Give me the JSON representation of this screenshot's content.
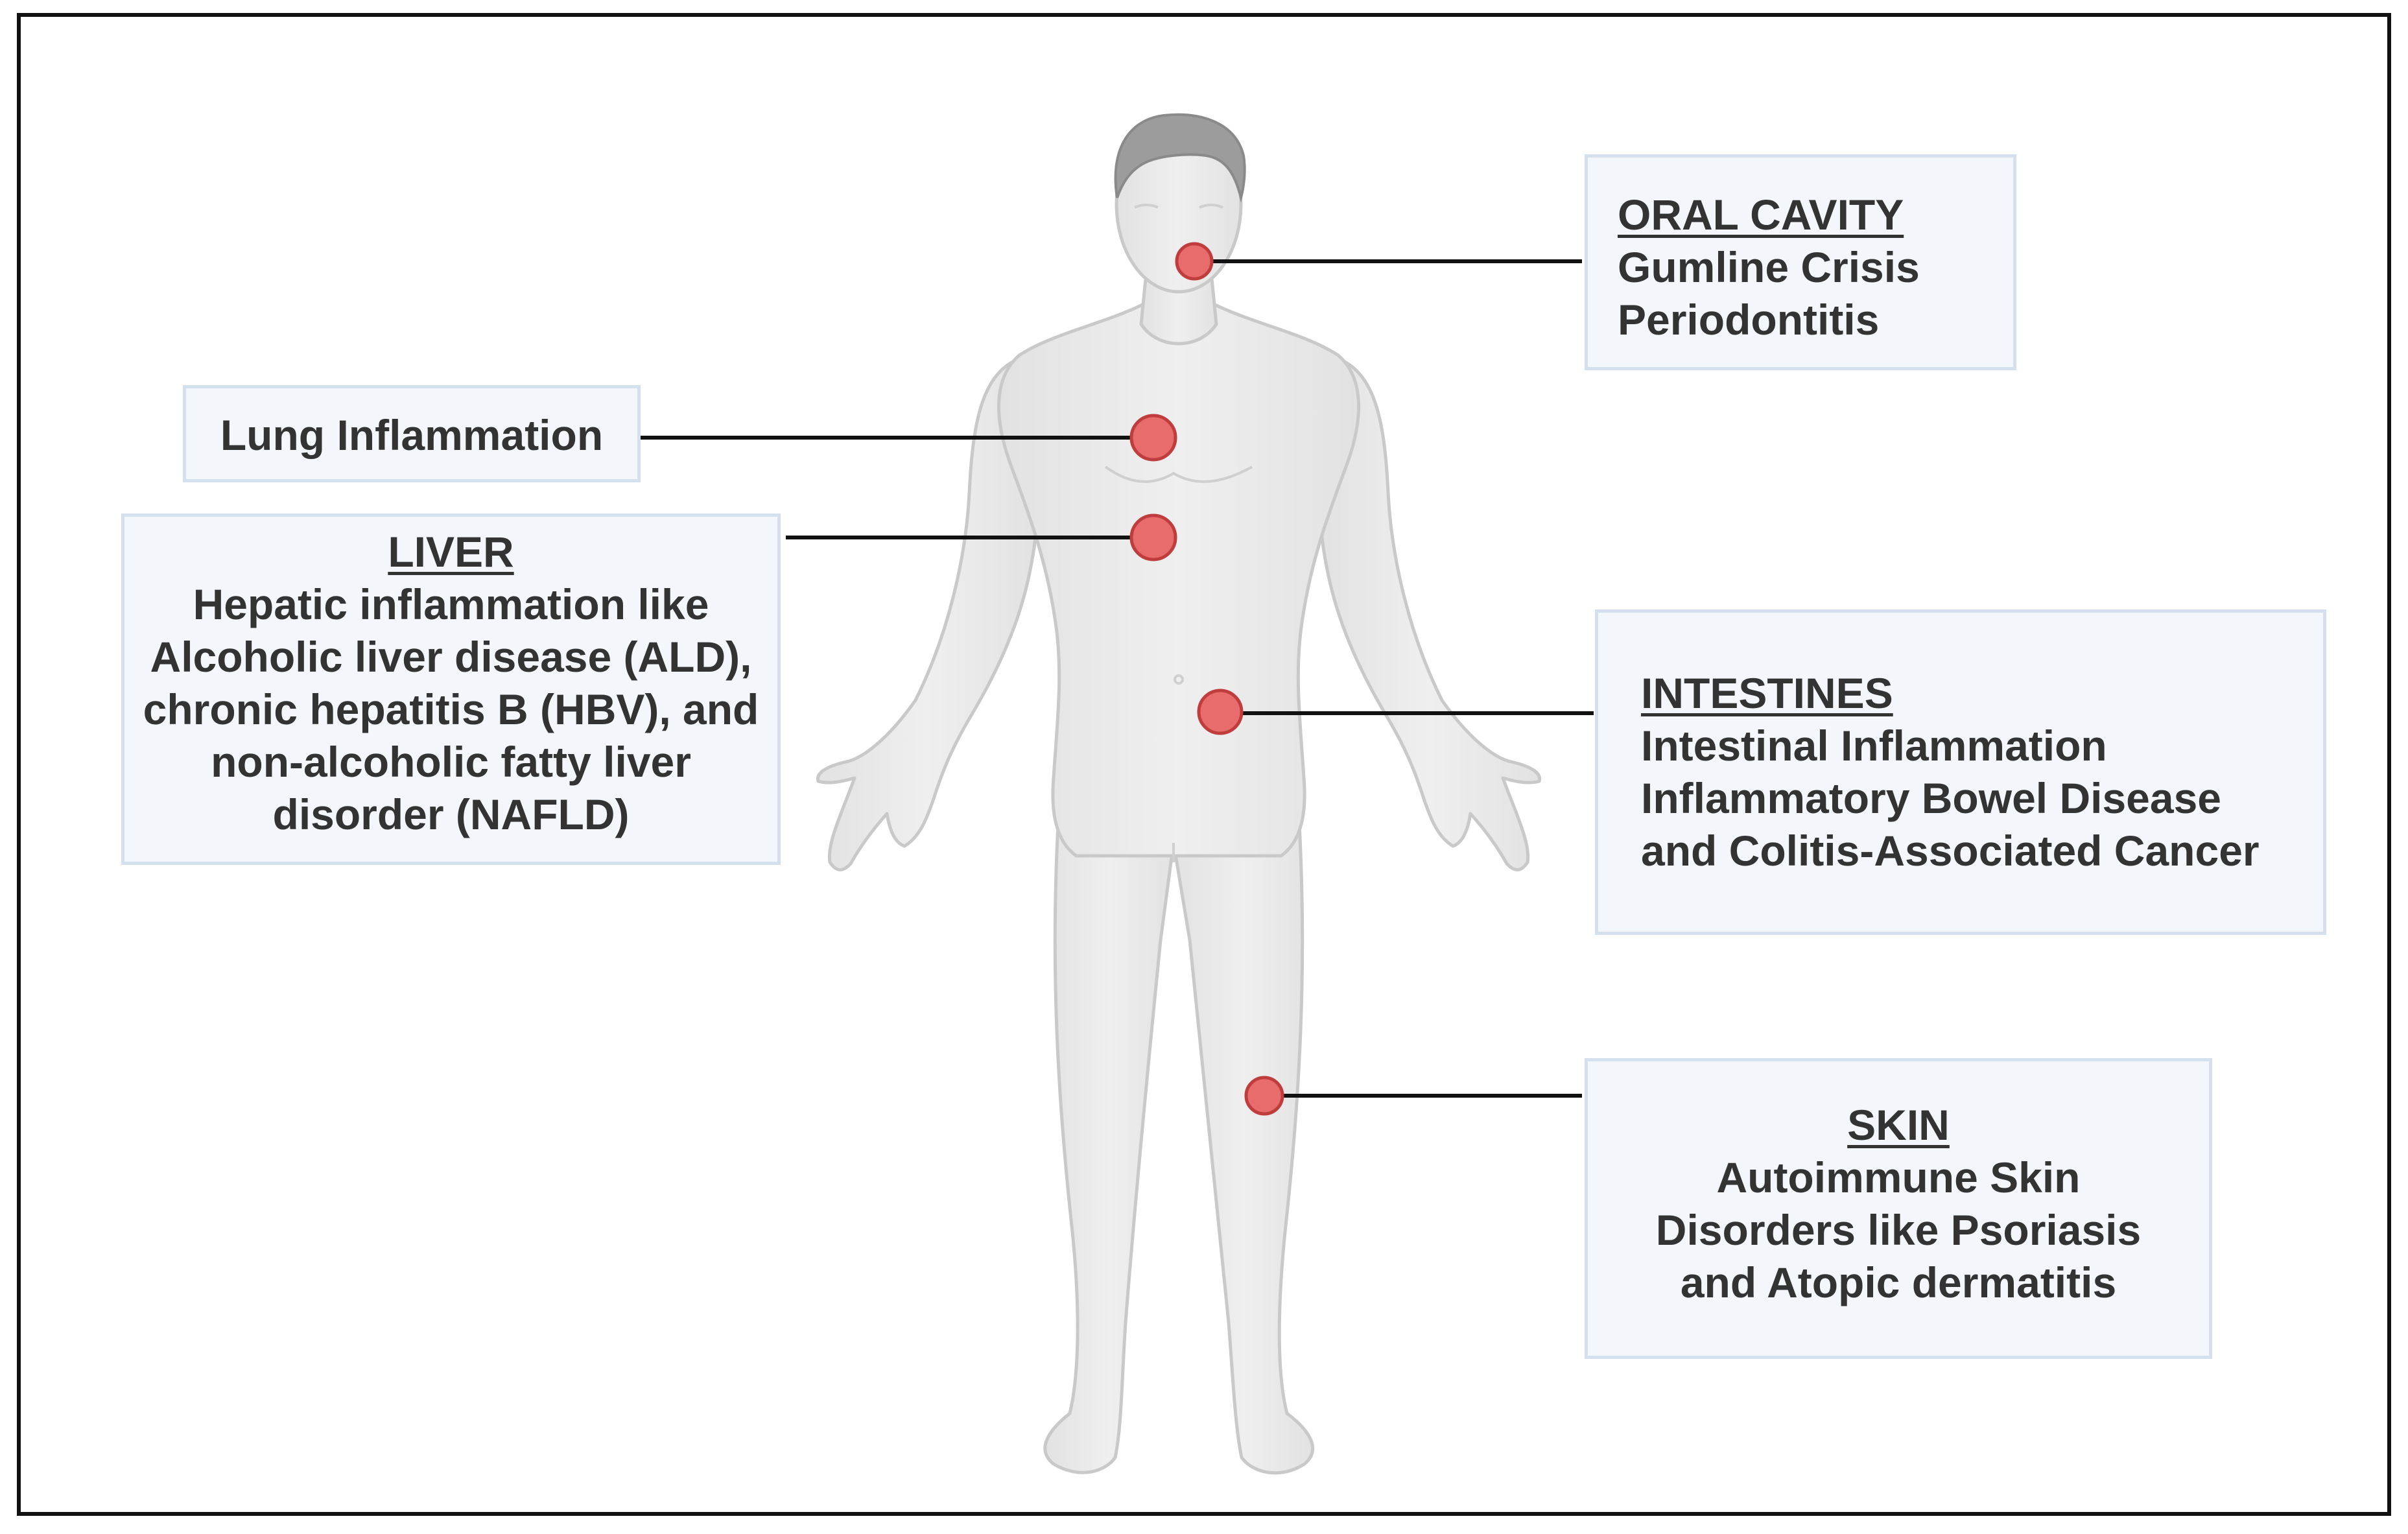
{
  "boxes": {
    "oral": {
      "heading": "ORAL CAVITY",
      "lines": [
        "Gumline Crisis",
        "Periodontitis"
      ]
    },
    "lung": {
      "heading": "",
      "lines": [
        "Lung Inflammation"
      ]
    },
    "liver": {
      "heading": "LIVER",
      "lines": [
        "Hepatic inflammation like",
        "Alcoholic liver disease (ALD),",
        "chronic hepatitis B (HBV), and",
        "non-alcoholic fatty liver",
        "disorder (NAFLD)"
      ]
    },
    "intestines": {
      "heading": "INTESTINES",
      "lines": [
        "Intestinal Inflammation",
        "Inflammatory Bowel Disease",
        "and Colitis-Associated Cancer"
      ]
    },
    "skin": {
      "heading": "SKIN",
      "lines": [
        "Autoimmune Skin",
        "Disorders like Psoriasis",
        "and Atopic dermatitis"
      ]
    }
  },
  "colors": {
    "marker": "#e96c6c",
    "marker_stroke": "#c03d3d",
    "body": "#ececec",
    "body_outline": "#c9c9c9",
    "hair": "#9c9c9c",
    "box_fill": "#f3f7fb",
    "box_border": "#d4e0ee",
    "text": "#333333"
  }
}
